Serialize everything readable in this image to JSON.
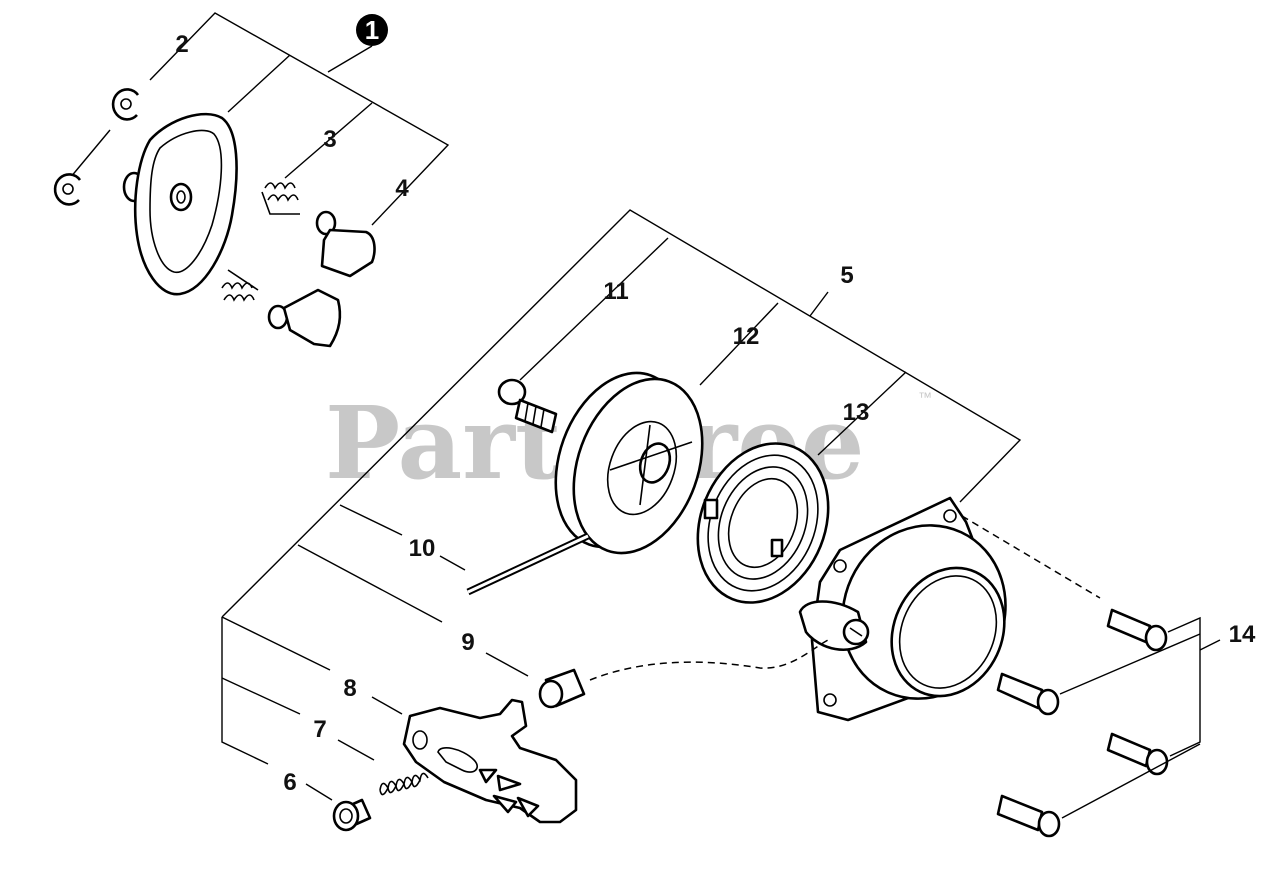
{
  "watermark": "PartsTree",
  "watermark_mark": "™",
  "callouts": {
    "c1": "1",
    "c2": "2",
    "c3": "3",
    "c4": "4",
    "c5": "5",
    "c6": "6",
    "c7": "7",
    "c8": "8",
    "c9": "9",
    "c10": "10",
    "c11": "11",
    "c12": "12",
    "c13": "13",
    "c14": "14"
  },
  "colors": {
    "line": "#000000",
    "watermark": "#c8c8c8",
    "badge": "#000000",
    "background": "#ffffff"
  }
}
